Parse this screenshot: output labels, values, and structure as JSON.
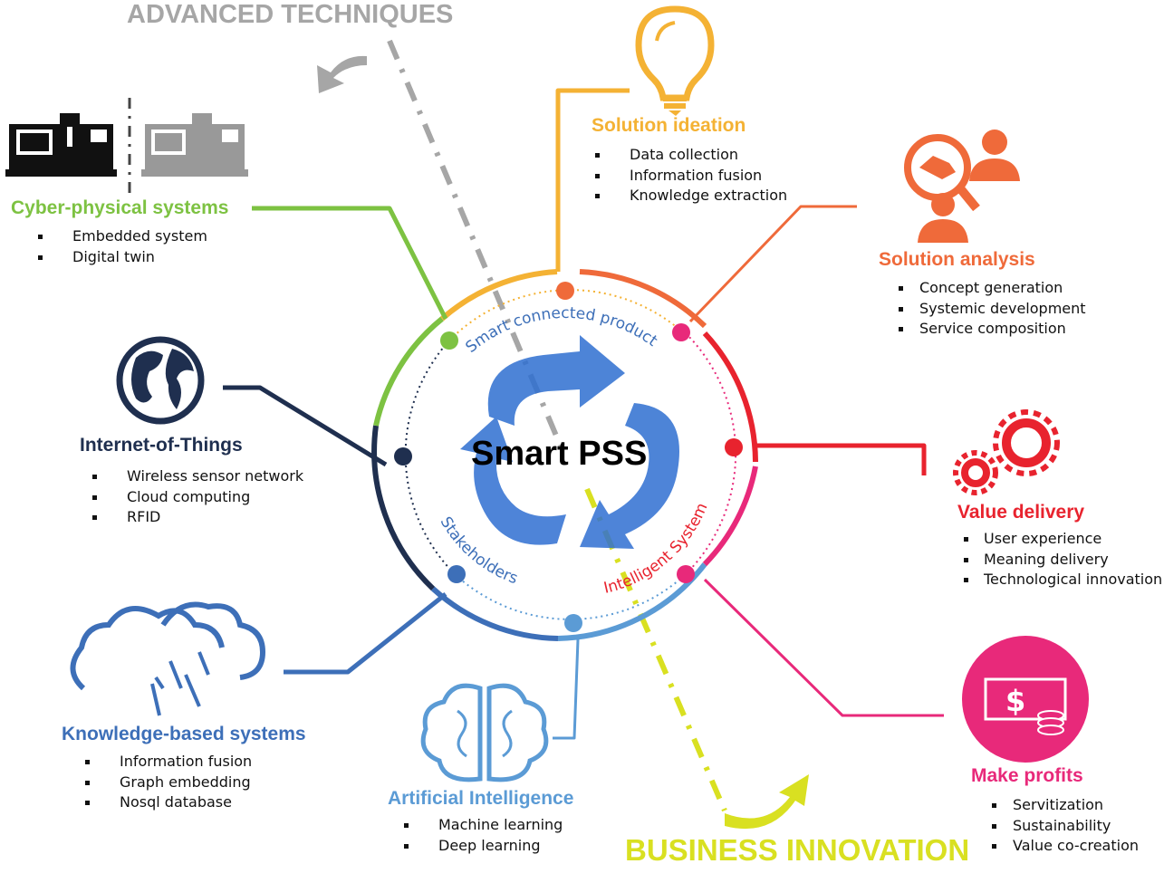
{
  "banners": {
    "top": "ADVANCED TECHNIQUES",
    "bottom": "BUSINESS INNOVATION"
  },
  "center": {
    "title": "Smart PSS",
    "ring_labels": {
      "product": "Smart connected product",
      "stakeholders": "Stakeholders",
      "system": "Intelligent System"
    }
  },
  "nodes": {
    "cps": {
      "title": "Cyber-physical systems",
      "items": [
        "Embedded system",
        "Digital twin"
      ],
      "color": "#7dc242",
      "icon": "cnc-machine-icon"
    },
    "iot": {
      "title": "Internet-of-Things",
      "items": [
        "Wireless sensor network",
        "Cloud computing",
        "RFID"
      ],
      "color": "#1f2f4f",
      "icon": "globe-icon"
    },
    "kbs": {
      "title": "Knowledge-based systems",
      "items": [
        "Information fusion",
        "Graph embedding",
        "Nosql database"
      ],
      "color": "#3d6fb8",
      "icon": "cloud-icon"
    },
    "ai": {
      "title": "Artificial Intelligence",
      "items": [
        "Machine learning",
        "Deep learning"
      ],
      "color": "#5b9bd5",
      "icon": "brain-circuit-icon"
    },
    "ideation": {
      "title": "Solution ideation",
      "items": [
        "Data collection",
        "Information  fusion",
        "Knowledge  extraction"
      ],
      "color": "#f4b234",
      "icon": "lightbulb-icon"
    },
    "analysis": {
      "title": "Solution analysis",
      "items": [
        "Concept generation",
        "Systemic development",
        "Service composition"
      ],
      "color": "#ef6a3a",
      "icon": "handshake-people-icon"
    },
    "value": {
      "title": "Value delivery",
      "items": [
        "User experience",
        "Meaning delivery",
        "Technological innovation"
      ],
      "color": "#e8232e",
      "icon": "gears-icon"
    },
    "profits": {
      "title": "Make profits",
      "items": [
        "Servitization",
        "Sustainability",
        "Value co-creation"
      ],
      "color": "#e8297a",
      "icon": "money-icon"
    }
  }
}
